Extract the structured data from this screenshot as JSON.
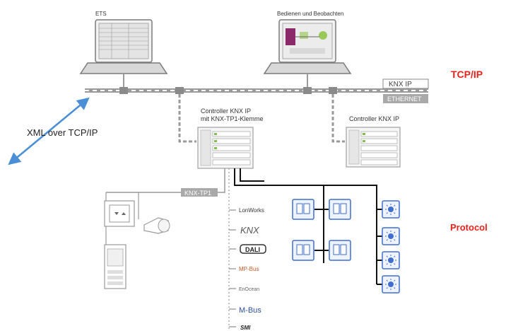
{
  "labels": {
    "ets": "ETS",
    "operate": "Bedienen und Beobachten",
    "tcpip": "TCP/IP",
    "protocol": "Protocol",
    "xml": "XML over TCP/IP",
    "knx_ip": "KNX IP",
    "ethernet": "ETHERNET",
    "ctrl1_line1": "Controller KNX IP",
    "ctrl1_line2": "mit KNX-TP1-Klemme",
    "ctrl2": "Controller KNX IP",
    "knx_tp1": "KNX-TP1"
  },
  "protocols": [
    "LonWorks",
    "KNX",
    "DALI",
    "MP-Bus",
    "EnOcean",
    "M-Bus",
    "SMI"
  ],
  "colors": {
    "accent_red": "#e8221b",
    "arrow_blue": "#4a8fd6",
    "device_blue": "#3f6fd0",
    "device_fill": "#eef3ff",
    "line_gray": "#9a9a9a",
    "text_dark": "#222222"
  }
}
